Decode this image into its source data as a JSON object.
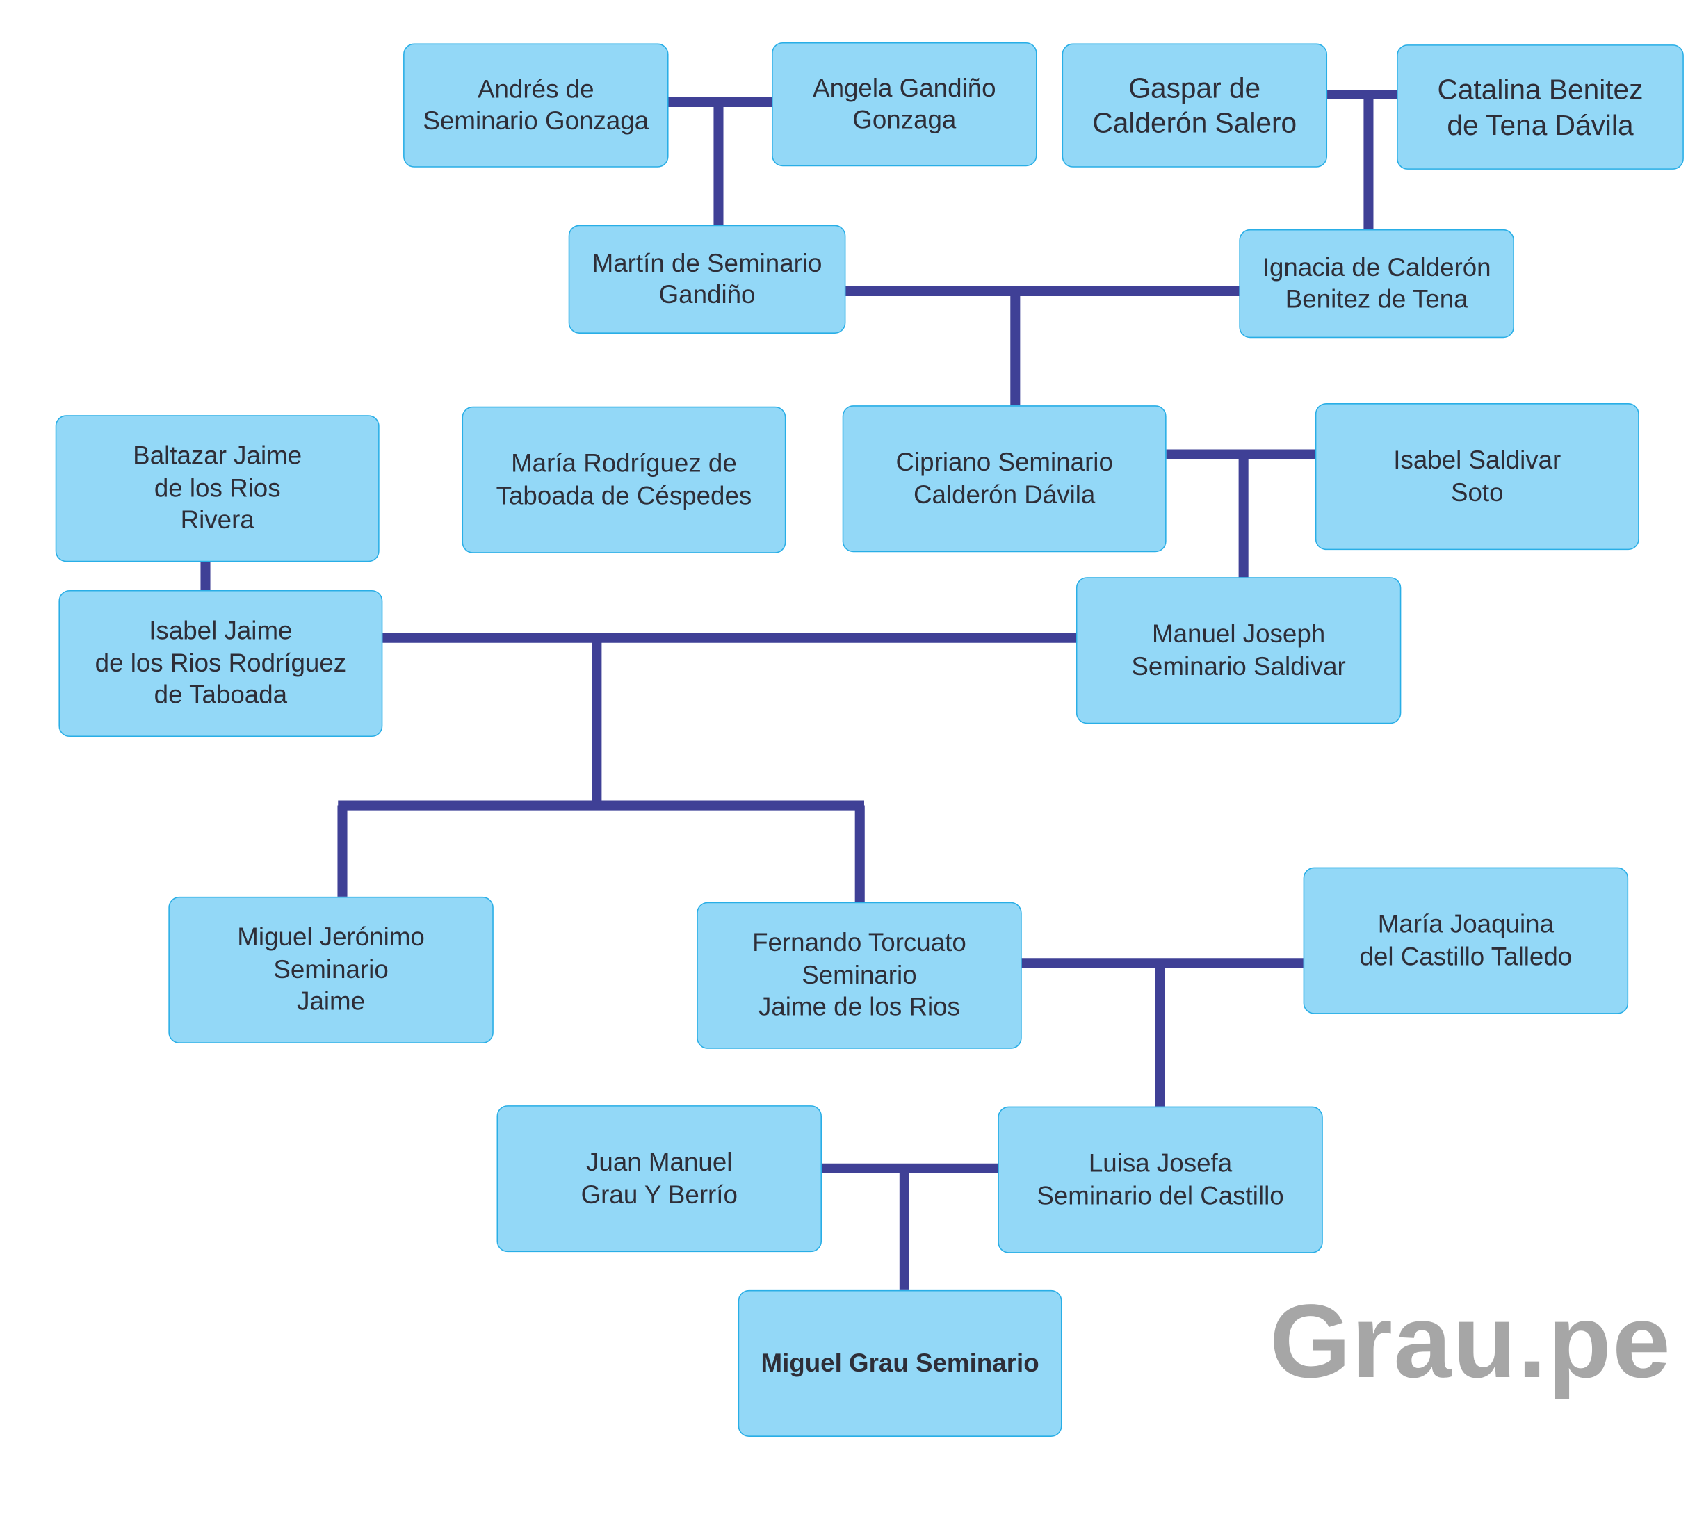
{
  "colors": {
    "box_fill": "#93d8f7",
    "box_border": "#29aee6",
    "connector": "#3f4096",
    "text": "#2e2e38",
    "watermark": "#a6a6a6"
  },
  "people": {
    "andres": "Andrés de\nSeminario Gonzaga",
    "angela": "Angela Gandiño\nGonzaga",
    "gaspar": "Gaspar de\nCalderón Salero",
    "catalina": "Catalina Benitez\nde Tena Dávila",
    "martin": "Martín de Seminario\nGandiño",
    "ignacia": "Ignacia de Calderón\nBenitez de Tena",
    "baltazar": "Baltazar Jaime\nde los Rios\nRivera",
    "maria_rodriguez": "María Rodríguez de\nTaboada de Céspedes",
    "cipriano": "Cipriano Seminario\nCalderón Dávila",
    "isabel_saldivar": "Isabel Saldivar\nSoto",
    "isabel_jaime": "Isabel Jaime\nde los Rios Rodríguez\nde Taboada",
    "manuel_joseph": "Manuel Joseph\nSeminario Saldivar",
    "miguel_jeronimo": "Miguel Jerónimo\nSeminario\nJaime",
    "fernando": "Fernando Torcuato\nSeminario\nJaime de los Rios",
    "maria_joaquina": "María Joaquina\ndel Castillo Talledo",
    "juan_manuel": "Juan Manuel\nGrau Y Berrío",
    "luisa": "Luisa Josefa\nSeminario del Castillo",
    "miguel_grau": "Miguel Grau Seminario"
  },
  "watermark": "Grau.pe"
}
